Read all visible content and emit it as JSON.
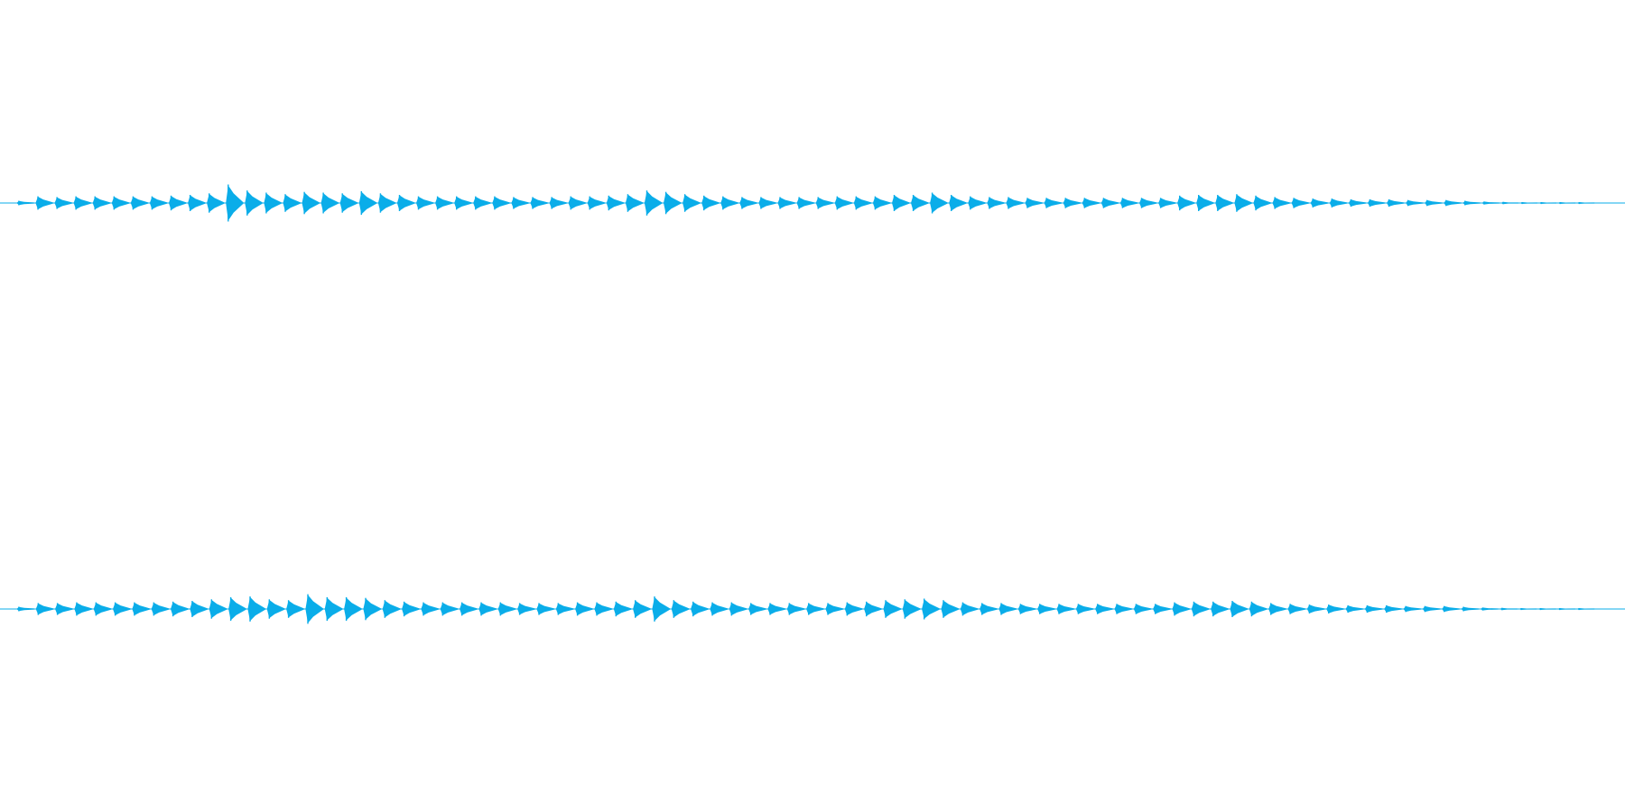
{
  "waveform": {
    "color": "#0aade9",
    "channels": [
      {
        "channel": "left",
        "amplitudes": [
          0.03,
          0.09,
          0.08,
          0.09,
          0.09,
          0.09,
          0.09,
          0.09,
          0.1,
          0.11,
          0.13,
          0.25,
          0.17,
          0.14,
          0.12,
          0.15,
          0.14,
          0.13,
          0.16,
          0.13,
          0.11,
          0.09,
          0.09,
          0.09,
          0.09,
          0.09,
          0.08,
          0.08,
          0.08,
          0.09,
          0.09,
          0.1,
          0.12,
          0.17,
          0.15,
          0.12,
          0.1,
          0.09,
          0.08,
          0.08,
          0.08,
          0.08,
          0.08,
          0.09,
          0.09,
          0.09,
          0.11,
          0.11,
          0.14,
          0.11,
          0.09,
          0.08,
          0.08,
          0.07,
          0.07,
          0.07,
          0.07,
          0.07,
          0.07,
          0.07,
          0.07,
          0.1,
          0.11,
          0.11,
          0.12,
          0.1,
          0.08,
          0.07,
          0.06,
          0.06,
          0.05,
          0.05,
          0.05,
          0.04,
          0.04,
          0.04,
          0.03,
          0.02,
          0.015,
          0.012,
          0.01,
          0.01,
          0.01
        ]
      },
      {
        "channel": "right",
        "amplitudes": [
          0.03,
          0.08,
          0.08,
          0.09,
          0.09,
          0.09,
          0.09,
          0.09,
          0.1,
          0.11,
          0.13,
          0.16,
          0.17,
          0.13,
          0.12,
          0.2,
          0.16,
          0.16,
          0.15,
          0.12,
          0.1,
          0.09,
          0.09,
          0.09,
          0.09,
          0.09,
          0.08,
          0.08,
          0.08,
          0.09,
          0.09,
          0.1,
          0.12,
          0.17,
          0.12,
          0.1,
          0.09,
          0.09,
          0.08,
          0.08,
          0.08,
          0.08,
          0.08,
          0.09,
          0.1,
          0.12,
          0.13,
          0.14,
          0.12,
          0.09,
          0.08,
          0.08,
          0.07,
          0.07,
          0.07,
          0.07,
          0.07,
          0.07,
          0.07,
          0.07,
          0.09,
          0.1,
          0.1,
          0.11,
          0.1,
          0.08,
          0.07,
          0.06,
          0.06,
          0.05,
          0.05,
          0.05,
          0.04,
          0.04,
          0.04,
          0.03,
          0.02,
          0.015,
          0.012,
          0.01,
          0.01,
          0.01
        ]
      }
    ]
  }
}
